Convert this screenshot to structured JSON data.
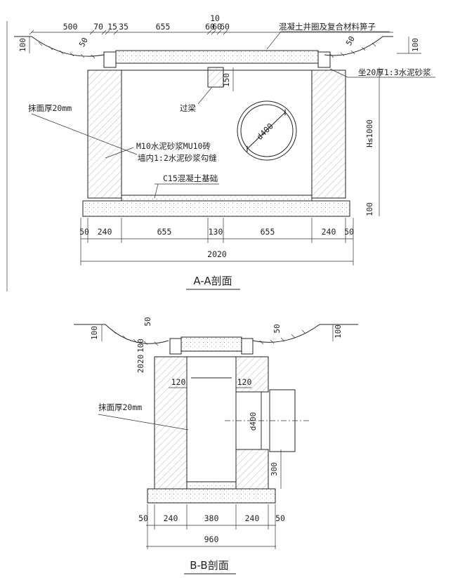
{
  "sectionA": {
    "title": "A-A剖面",
    "top_dims": [
      "500",
      "70",
      "15",
      "35",
      "655",
      "10",
      "60",
      "60",
      "60"
    ],
    "grade_left": "100",
    "grade_right": "100",
    "slope_left": "50",
    "slope_right": "50",
    "beam_height": "150",
    "height": "H≤1000",
    "base_thickness": "100",
    "pipe": "d400",
    "bottom_dims": [
      "50",
      "240",
      "655",
      "130",
      "655",
      "240",
      "50"
    ],
    "total": "2020",
    "labels": {
      "cover": "混凝土井圈及复合材料箅子",
      "mortar_bed": "坐20厚1:3水泥砂浆",
      "beam": "过梁",
      "plaster": "抹面厚20mm",
      "brick": "M10水泥砂浆MU10砖",
      "joint": "墙内1:2水泥砂浆勾缝",
      "base": "C15混凝土基础"
    }
  },
  "sectionB": {
    "title": "B-B剖面",
    "grade_left": "100",
    "grade_right": "100",
    "slope_left": "50",
    "slope_right": "50",
    "gap_left": "100",
    "layer": "2020",
    "inner_left": "120",
    "inner_right": "120",
    "pipe": "d400",
    "pipe_offset": "300",
    "plaster": "抹面厚20mm",
    "bottom_dims": [
      "50",
      "240",
      "380",
      "240",
      "50"
    ],
    "total": "960"
  }
}
